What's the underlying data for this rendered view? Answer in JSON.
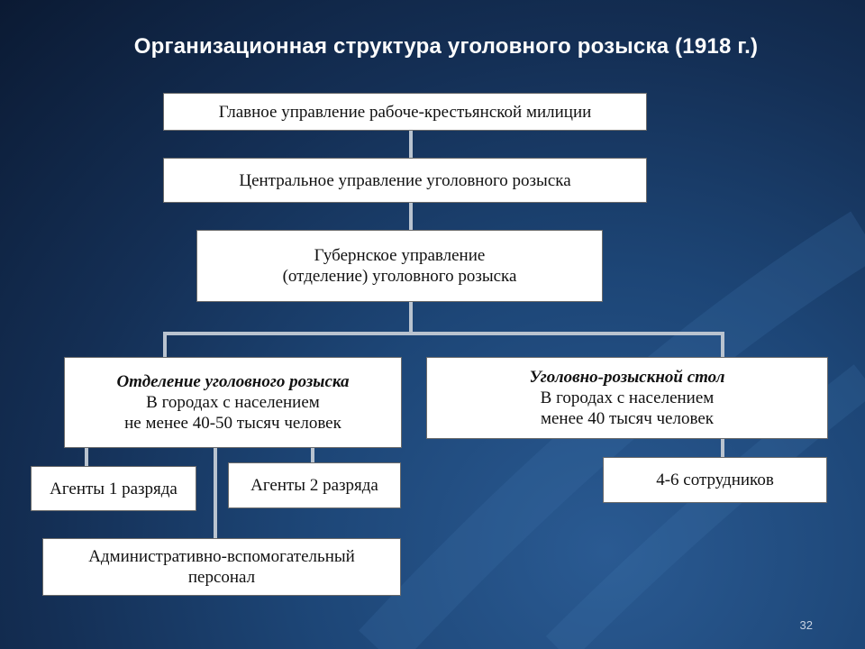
{
  "title": "Организационная структура уголовного розыска (1918 г.)",
  "nodes": {
    "main_directorate": "Главное управление рабоче-крестьянской милиции",
    "central_directorate": "Центральное управление уголовного розыска",
    "provincial": {
      "line1": "Губернское управление",
      "line2": "(отделение) уголовного розыска"
    },
    "department": {
      "heading": "Отделение уголовного розыска",
      "line1": "В городах с населением",
      "line2": "не менее 40-50 тысяч человек"
    },
    "desk": {
      "heading": "Уголовно-розыскной стол",
      "line1": "В городах с населением",
      "line2": "менее 40 тысяч человек"
    },
    "agents_1": "Агенты 1 разряда",
    "agents_2": "Агенты 2 разряда",
    "admin_staff": {
      "line1": "Административно-вспомогательный",
      "line2": "персонал"
    },
    "staff_count": "4-6 сотрудников"
  },
  "slide_number": "32"
}
